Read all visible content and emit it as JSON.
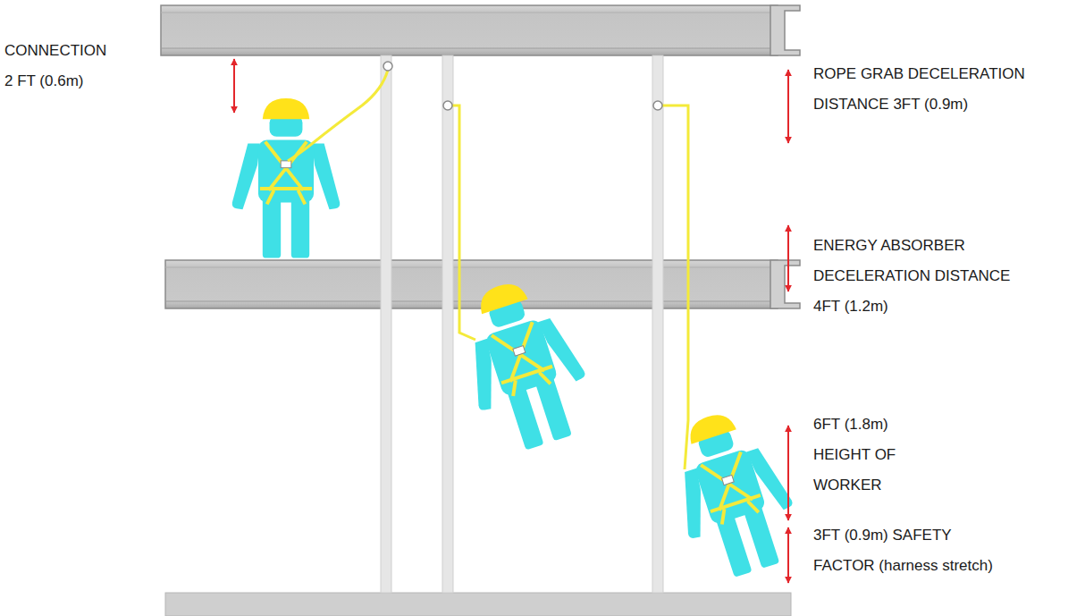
{
  "diagram": {
    "labels": [
      "CONNECTION 2 FT (0.6m)",
      "ROPE GRAB DECELERATION DISTANCE 3FT (0.9m)",
      "ENERGY ABSORBER DECELERATION DISTANCE 4FT (1.2m)",
      "6FT (1.8m) HEIGHT OF WORKER",
      "3FT (0.9m) SAFETY FACTOR (harness stretch)"
    ]
  }
}
